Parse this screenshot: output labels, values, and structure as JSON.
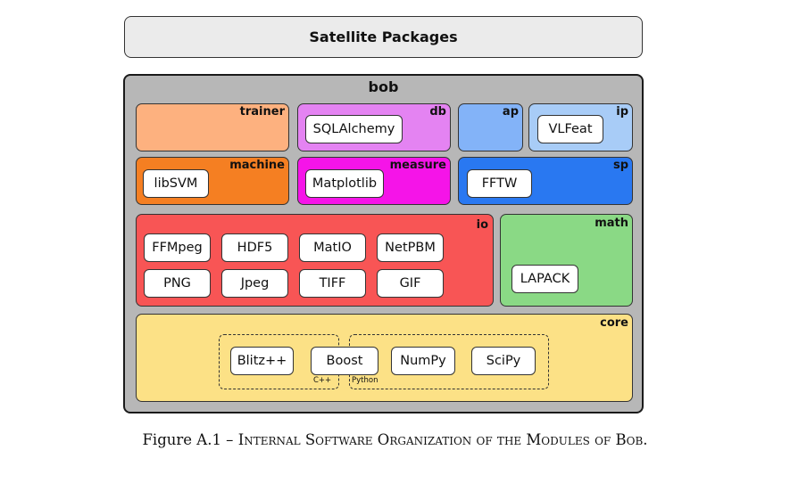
{
  "satellite": {
    "title": "Satellite Packages"
  },
  "bob": {
    "title": "bob",
    "modules": {
      "trainer": {
        "label": "trainer",
        "color": "#fdb17f"
      },
      "db": {
        "label": "db",
        "color": "#e483f2",
        "packages": [
          "SQLAlchemy"
        ]
      },
      "ap": {
        "label": "ap",
        "color": "#83b3f8"
      },
      "ip": {
        "label": "ip",
        "color": "#a8ccf7",
        "packages": [
          "VLFeat"
        ]
      },
      "machine": {
        "label": "machine",
        "color": "#f57f22",
        "packages": [
          "libSVM"
        ]
      },
      "measure": {
        "label": "measure",
        "color": "#f514e8",
        "packages": [
          "Matplotlib"
        ]
      },
      "sp": {
        "label": "sp",
        "color": "#2978f1",
        "packages": [
          "FFTW"
        ]
      },
      "io": {
        "label": "io",
        "color": "#f85555",
        "packages": [
          "FFMpeg",
          "HDF5",
          "MatIO",
          "NetPBM",
          "PNG",
          "Jpeg",
          "TIFF",
          "GIF"
        ]
      },
      "math": {
        "label": "math",
        "color": "#8ad985",
        "packages": [
          "LAPACK"
        ]
      },
      "core": {
        "label": "core",
        "color": "#fce186",
        "packages": [
          "Blitz++",
          "Boost",
          "NumPy",
          "SciPy"
        ],
        "groups": {
          "cpp": "C++",
          "python": "Python"
        }
      }
    }
  },
  "caption": {
    "prefix": "Figure A.1 – ",
    "title": "Internal Software Organization of the Modules of Bob."
  }
}
